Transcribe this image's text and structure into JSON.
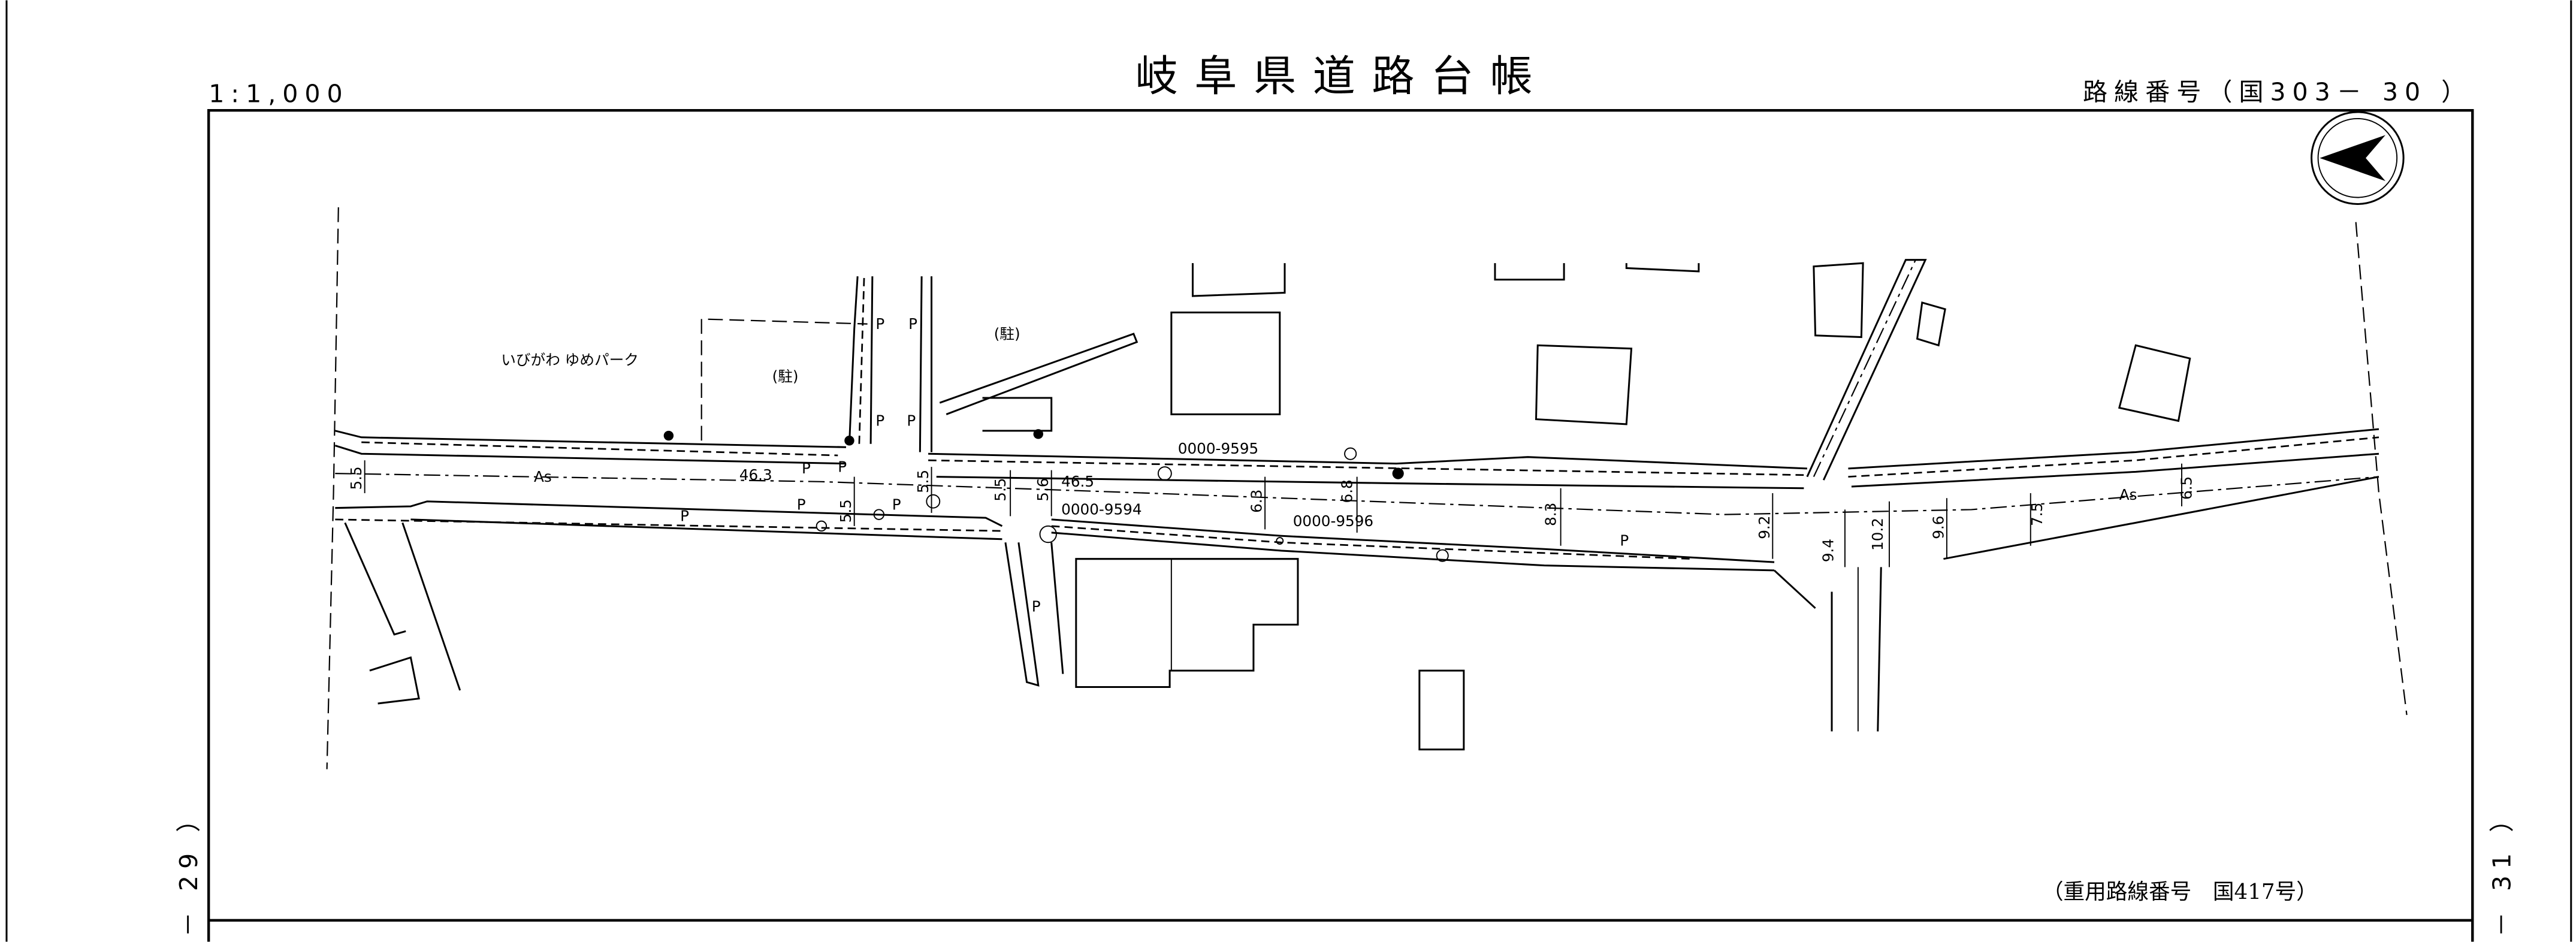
{
  "header": {
    "title": "岐阜県道路台帳",
    "scale": "1:1,000",
    "route_number": "路線番号（国303－ 30 ）"
  },
  "sheet_neighbors": {
    "left": "－ 29 ）",
    "right": "－ 31 ）"
  },
  "footer": {
    "overlap_route": "（重用路線番号　国417号）"
  },
  "map": {
    "place_labels": {
      "park": "いびがわ ゆめパーク",
      "parking_1": "(駐)",
      "parking_2": "(駐)"
    },
    "surface_labels": [
      "As",
      "As"
    ],
    "elevations": [
      "46.3",
      "46.5"
    ],
    "station_labels": [
      "0000-9595",
      "0000-9594",
      "0000-9596"
    ],
    "widths": [
      "5.5",
      "5.5",
      "5.5",
      "5.5",
      "5.6",
      "6.3",
      "6.8",
      "8.3",
      "9.2",
      "9.4",
      "10.2",
      "9.6",
      "7.5",
      "6.5"
    ],
    "pole_marker": "P"
  },
  "north_arrow": "north-arrow-icon"
}
